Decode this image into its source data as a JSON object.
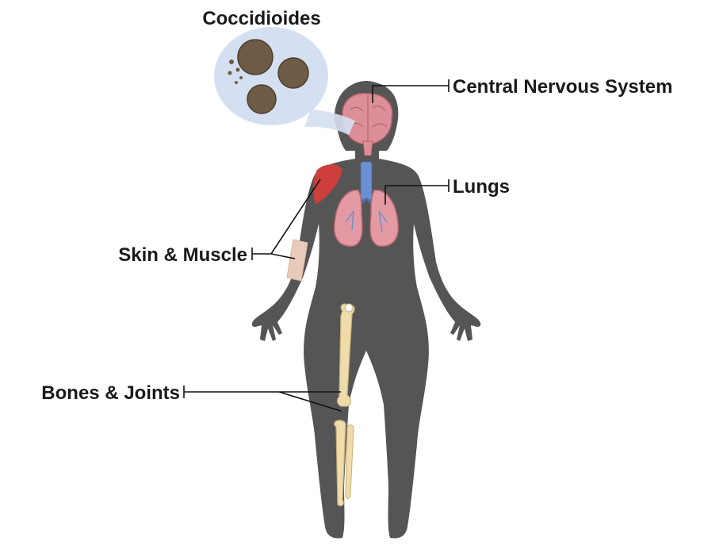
{
  "labels": {
    "pathogen": "Coccidioides",
    "cns": "Central Nervous System",
    "lungs": "Lungs",
    "skin_muscle": "Skin & Muscle",
    "bones_joints": "Bones & Joints"
  },
  "colors": {
    "silhouette": "#555555",
    "brain": "#dc8f98",
    "lungs": "#e39aa3",
    "trachea": "#6a90d0",
    "muscle": "#cc3f3d",
    "skin": "#e8cbb9",
    "bone": "#efdcaa",
    "callout_bubble": "#d5dff2",
    "spore": "#6e5b46"
  },
  "icons": [
    "human-silhouette",
    "brain-icon",
    "lungs-icon",
    "trachea-icon",
    "shoulder-muscle-icon",
    "skin-patch-icon",
    "femur-bone-icon",
    "tibia-bone-icon",
    "fibula-bone-icon",
    "spherule-icon"
  ]
}
